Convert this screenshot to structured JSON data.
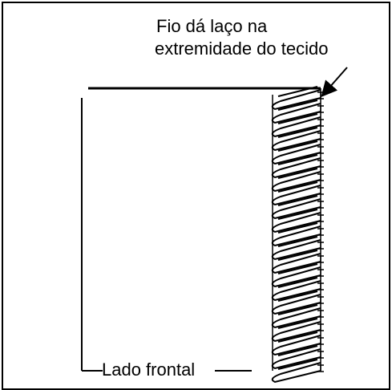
{
  "annotation": {
    "line1": "Fio dá laço na",
    "line2": "extremidade do tecido"
  },
  "front_label": "Lado frontal"
}
